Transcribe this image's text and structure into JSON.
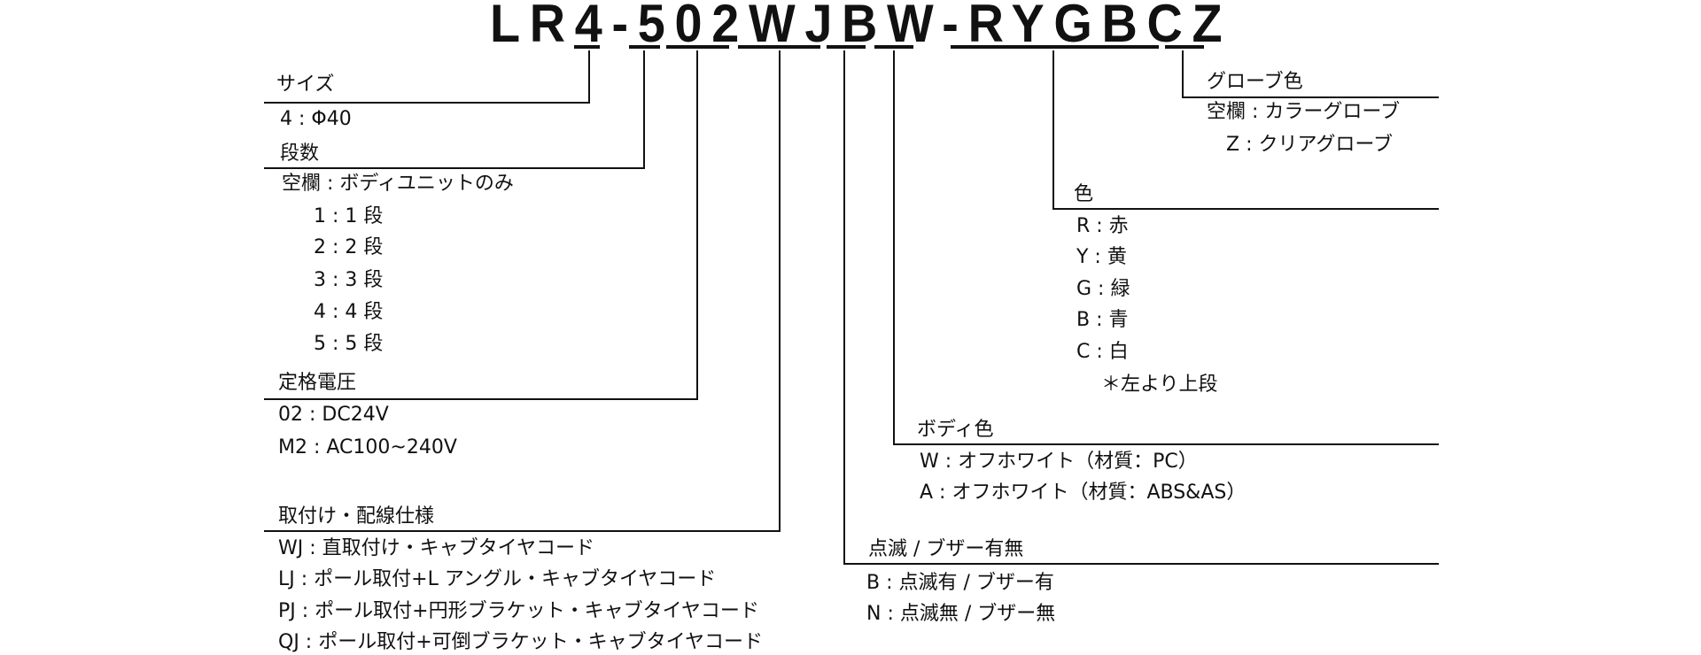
{
  "model_code": "LR4-502WJBW-RYGBCZ",
  "sections": {
    "size": {
      "title": "サイズ",
      "items": [
        "4 : Φ40"
      ]
    },
    "steps": {
      "title": "段数",
      "items": [
        "空欄 : ボディユニットのみ",
        "1 : 1 段",
        "2 : 2 段",
        "3 : 3 段",
        "4 : 4 段",
        "5 : 5 段"
      ]
    },
    "voltage": {
      "title": "定格電圧",
      "items": [
        "02  : DC24V",
        "M2 : AC100~240V"
      ]
    },
    "mounting": {
      "title": "取付け・配線仕様",
      "items": [
        "WJ : 直取付け・キャブタイヤコード",
        "LJ  : ポール取付+L アングル・キャブタイヤコード",
        "PJ  : ポール取付+円形ブラケット・キャブタイヤコード",
        "QJ : ポール取付+可倒ブラケット・キャブタイヤコード"
      ]
    },
    "buzzer": {
      "title": "点滅 / ブザー有無",
      "items": [
        "B : 点滅有 / ブザー有",
        "N : 点滅無 / ブザー無"
      ]
    },
    "body_color": {
      "title": "ボディ色",
      "items": [
        "W : オフホワイト（材質：PC）",
        "A  : オフホワイト（材質：ABS&AS）"
      ]
    },
    "color": {
      "title": "色",
      "items": [
        "R : 赤",
        "Y : 黄",
        "G : 緑",
        "B : 青",
        "C : 白"
      ],
      "note": "＊左より上段"
    },
    "globe_color": {
      "title": "グローブ色",
      "items": [
        "空欄 : カラーグローブ",
        "Z : クリアグローブ"
      ]
    }
  }
}
